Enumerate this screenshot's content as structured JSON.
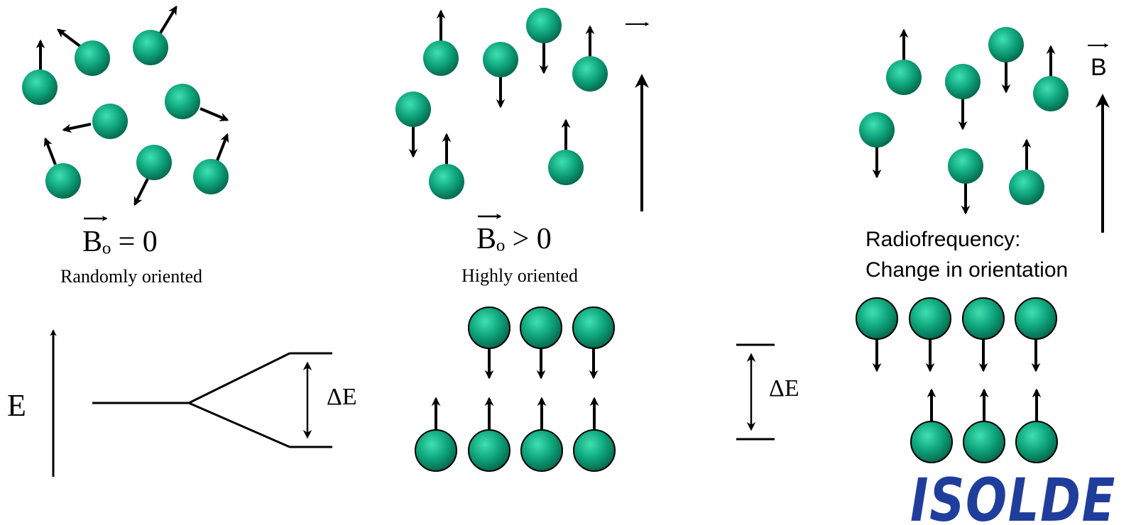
{
  "panel_left": {
    "equation": "Bₒ = 0",
    "caption": "Randomly oriented"
  },
  "panel_middle": {
    "equation": "Bₒ > 0",
    "caption": "Highly oriented"
  },
  "panel_right": {
    "field_label": "B",
    "caption_line1": "Radiofrequency:",
    "caption_line2": "Change in orientation"
  },
  "energy_diagram": {
    "axis_label": "E",
    "gap_label": "ΔE"
  },
  "population_middle": {
    "gap_label": "ΔE"
  },
  "logo": {
    "text": "ISOLDE"
  },
  "colors": {
    "sphere": "#0a9b73",
    "sphere_highlight": "#3fe0b0",
    "arrow": "#000000",
    "logo": "#1f3e9c"
  }
}
